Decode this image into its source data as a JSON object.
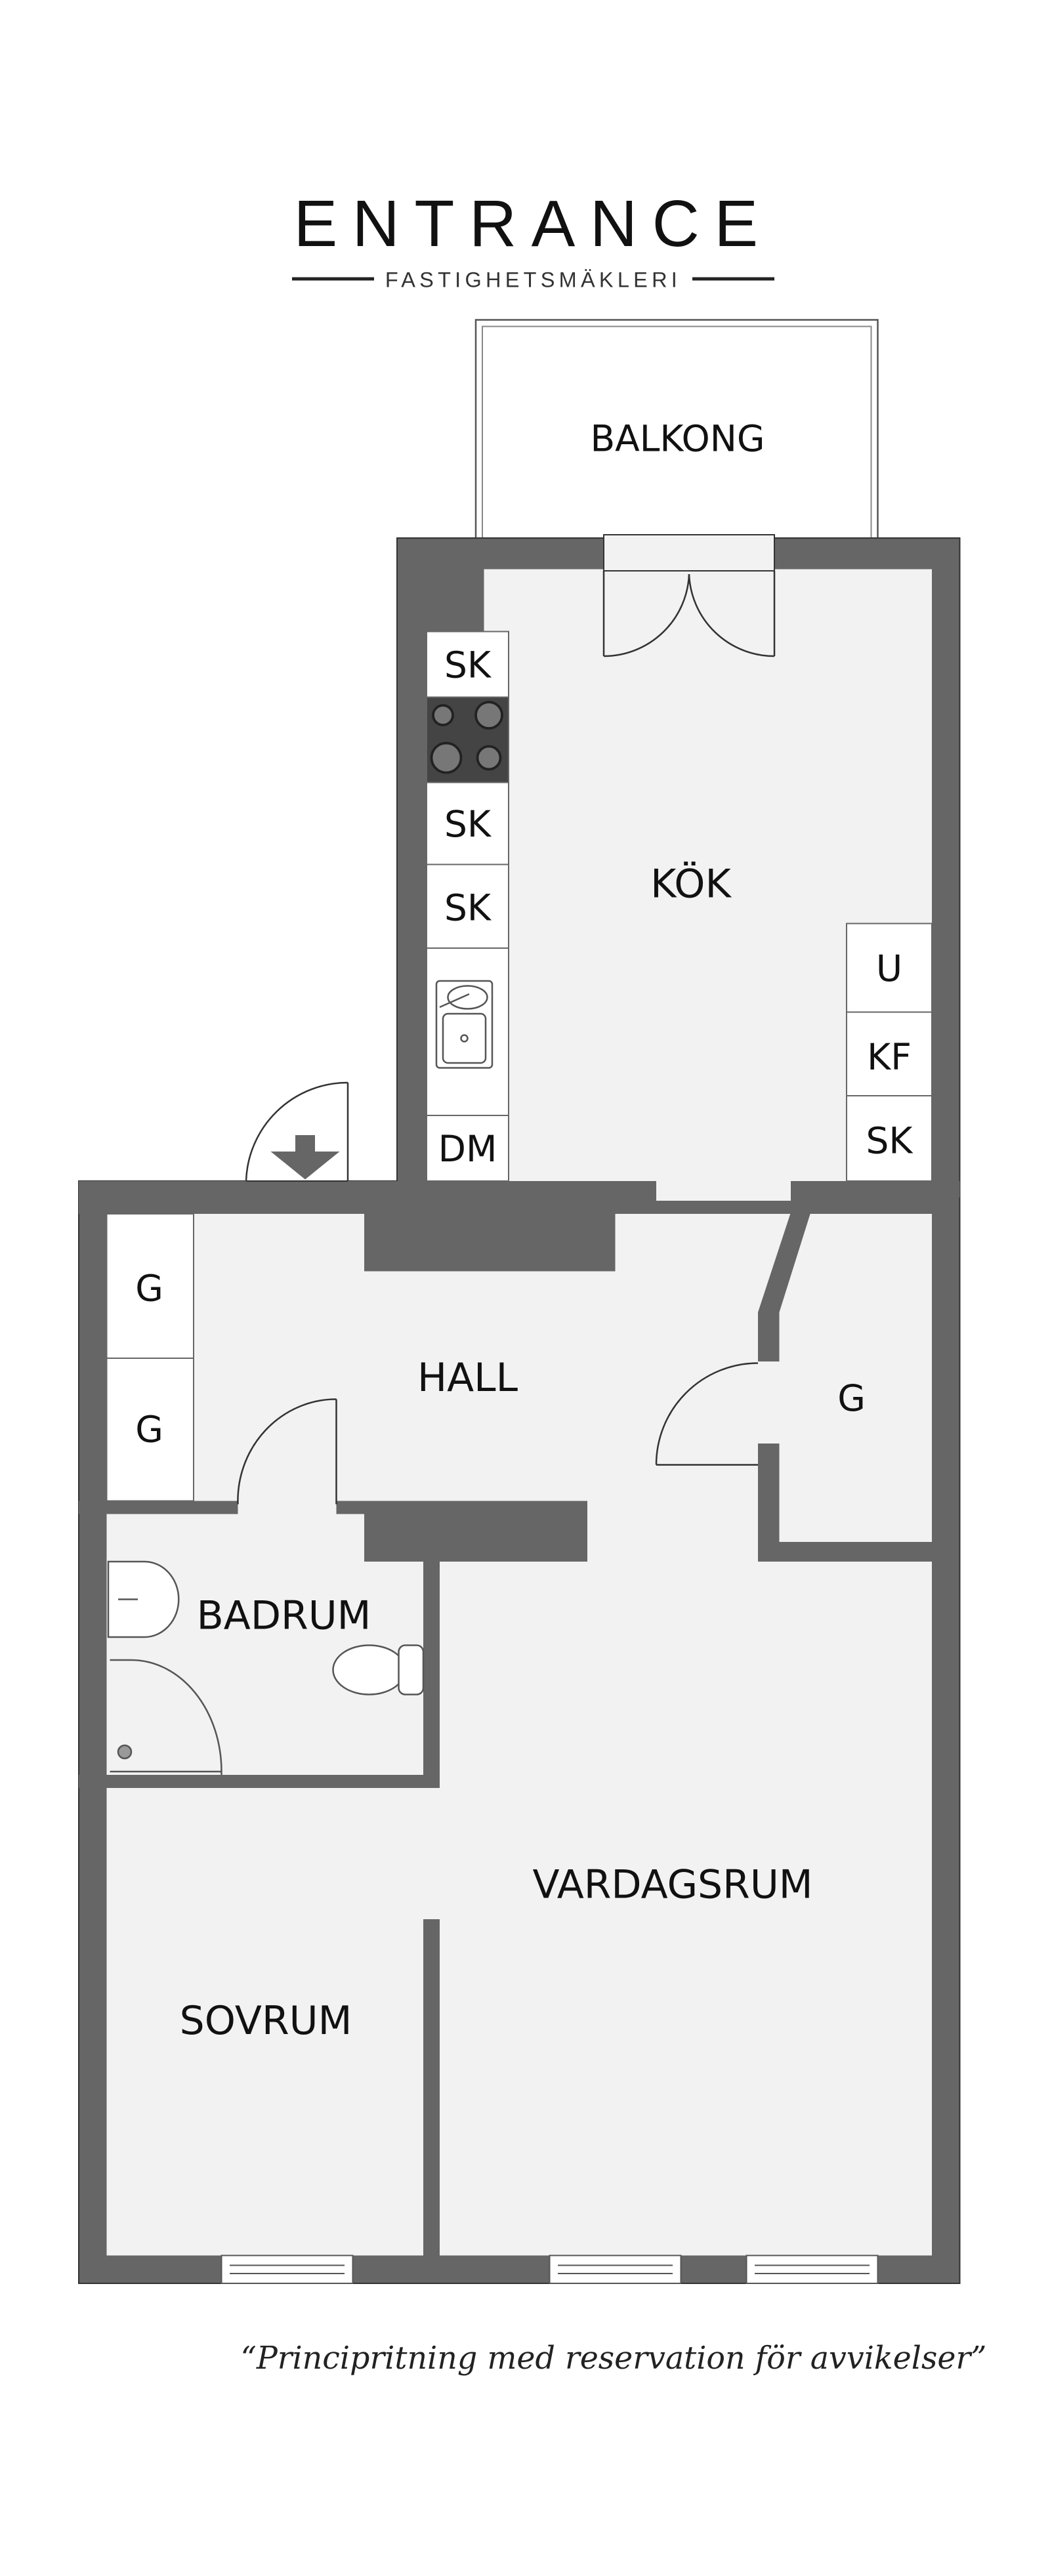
{
  "logo": {
    "name": "ENTRANCE",
    "tagline": "FASTIGHETSMÄKLERI"
  },
  "rooms": {
    "balcony": "BALKONG",
    "kitchen": "KÖK",
    "hall": "HALL",
    "bathroom": "BADRUM",
    "living_room": "VARDAGSRUM",
    "bedroom": "SOVRUM"
  },
  "kitchen_left": [
    "SK",
    "SK",
    "SK",
    "DM"
  ],
  "kitchen_right": [
    "U",
    "KF",
    "SK"
  ],
  "closets": {
    "hall_1": "G",
    "hall_2": "G",
    "side": "G"
  },
  "caption": "“Principritning med reservation för avvikelser”",
  "colors": {
    "wall": "#666666",
    "floor": "#f2f2f2",
    "fixture": "#ffffff"
  }
}
